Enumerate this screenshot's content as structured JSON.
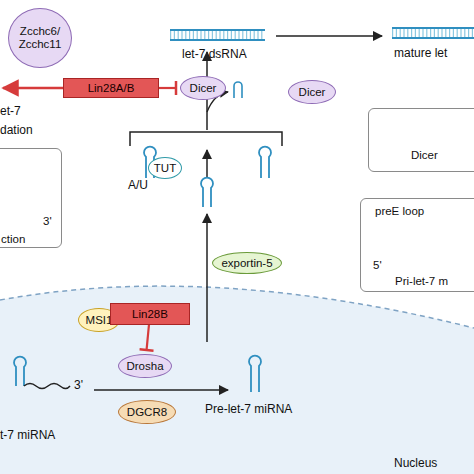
{
  "diagram": {
    "nodes": [
      {
        "text": [
          "Zcchc6/ Zcchc11"
        ]
      },
      {
        "text": [
          "Lin28A/B"
        ]
      },
      {
        "text": [
          "Dicer"
        ]
      },
      {
        "text": [
          "Dicer"
        ]
      },
      {
        "text": [
          "Dicer"
        ]
      },
      {
        "text": [
          "3'",
          "ction"
        ]
      },
      {
        "text": [
          "TUT"
        ]
      },
      {
        "text": [
          "preE loop",
          "5'",
          "Pri-let-7 m"
        ]
      },
      {
        "text": [
          "exportin-5"
        ]
      },
      {
        "text": [
          "MSI1"
        ]
      },
      {
        "text": [
          "Lin28B"
        ]
      },
      {
        "text": [
          "Drosha"
        ]
      },
      {
        "text": [
          "DGCR8"
        ]
      }
    ],
    "edges": [
      {
        "from": 1,
        "to": 2,
        "arrow": "to"
      },
      {
        "from": 10,
        "to": 11,
        "arrow": "to"
      }
    ],
    "labels": [
      "let-7 dsRNA",
      "mature let",
      "et-7",
      "dation",
      "A/U",
      "Pre-let-7 miRNA",
      "t-7 miRNA",
      "3'",
      "Nucleus"
    ]
  }
}
